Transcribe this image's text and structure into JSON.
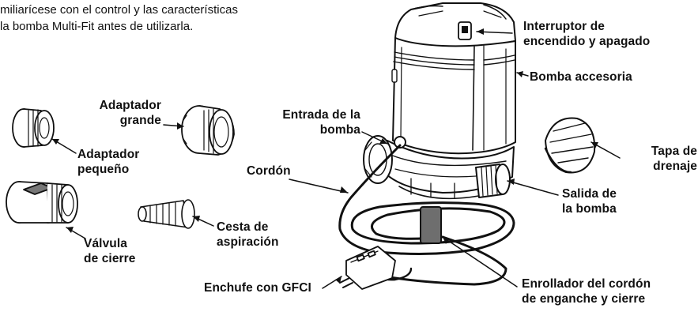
{
  "intro": {
    "line1": "miliarícese con el control y las características",
    "line2": "la bomba Multi-Fit antes de utilizarla."
  },
  "labels": {
    "switch": {
      "line1": "Interruptor de",
      "line2": "encendido y apagado"
    },
    "pump": {
      "line1": "Bomba accesoria"
    },
    "inlet": {
      "line1": "Entrada de la",
      "line2": "bomba"
    },
    "large": {
      "line1": "Adaptador",
      "line2": "grande"
    },
    "small": {
      "line1": "Adaptador",
      "line2": "pequeño"
    },
    "cap": {
      "line1": "Tapa de",
      "line2": "drenaje"
    },
    "cord": {
      "line1": "Cordón"
    },
    "outlet": {
      "line1": "Salida de",
      "line2": "la bomba"
    },
    "valve": {
      "line1": "Válvula",
      "line2": "de cierre"
    },
    "basket": {
      "line1": "Cesta de",
      "line2": "aspiración"
    },
    "gfci": {
      "line1": "Enchufe con GFCI"
    },
    "wrap": {
      "line1": "Enrollador del cordón",
      "line2": "de enganche y cierre"
    }
  },
  "colors": {
    "ink": "#111111",
    "cord_strap": "#6e6e6e"
  }
}
